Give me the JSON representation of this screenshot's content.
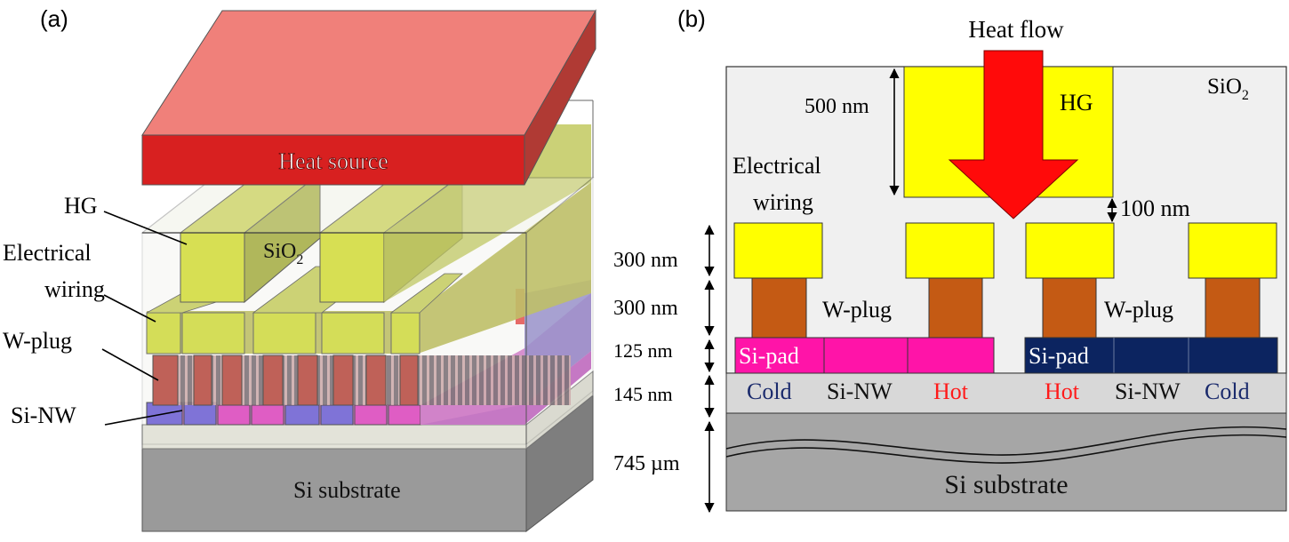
{
  "panel_a": {
    "label": "(a)",
    "heat_source": "Heat source",
    "sio2_main": "SiO",
    "sio2_sub": "2",
    "callouts": {
      "hg": "HG",
      "electrical_line1": "Electrical",
      "electrical_line2": "wiring",
      "wplug": "W-plug",
      "sinw": "Si-NW"
    },
    "substrate": "Si substrate"
  },
  "panel_b": {
    "label": "(b)",
    "heat_flow": "Heat flow",
    "hg": "HG",
    "sio2_main": "SiO",
    "sio2_sub": "2",
    "electrical_line1": "Electrical",
    "electrical_line2": "wiring",
    "wplug_left": "W-plug",
    "wplug_right": "W-plug",
    "sipad_left": "Si-pad",
    "sipad_right": "Si-pad",
    "row_labels": {
      "cold_left": "Cold",
      "sinw_left": "Si-NW",
      "hot_left": "Hot",
      "hot_right": "Hot",
      "sinw_right": "Si-NW",
      "cold_right": "Cold"
    },
    "dims": {
      "hg_height": "500 nm",
      "gap": "100 nm",
      "wiring": "300 nm",
      "wplug": "300 nm",
      "sipad": "125 nm",
      "sinw": "145 nm",
      "substrate": "745 µm"
    },
    "substrate": "Si substrate"
  },
  "colors": {
    "heat_source": "#e0302c",
    "hg_yellow": "#d8e23a",
    "wplug_red": "#b8443c",
    "sipad_magenta": "#ff1aa8",
    "sipad_navy": "#0c2460",
    "wplug_brown": "#c45a14",
    "hot_red": "#ff1a1a",
    "cold_navy": "#1a2a6c"
  }
}
